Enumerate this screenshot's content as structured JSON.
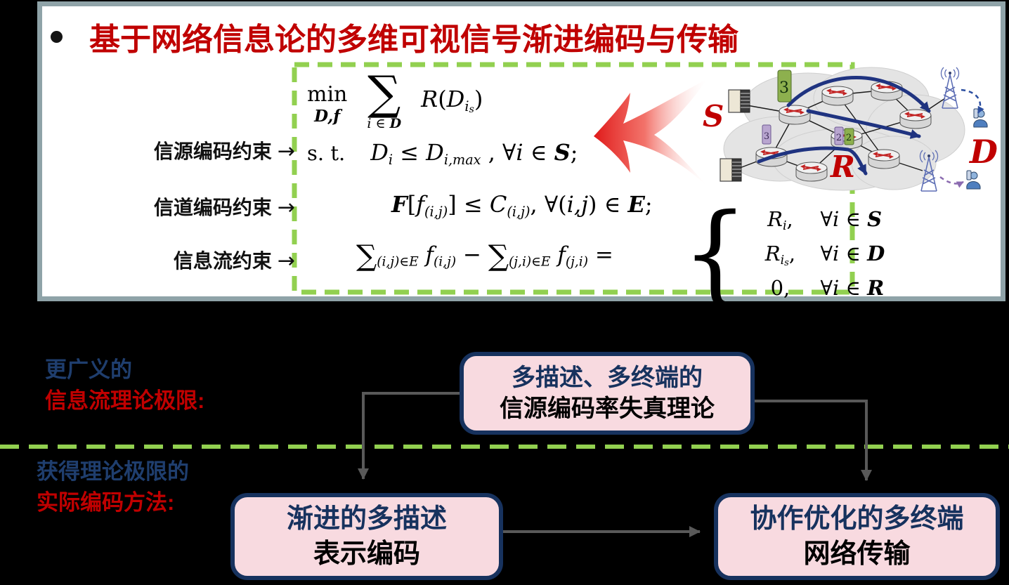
{
  "title": "基于网络信息论的多维可视信号渐进编码与传输",
  "constraint_labels": [
    {
      "text": "信源编码约束",
      "arrow": "→"
    },
    {
      "text": "信道编码约束",
      "arrow": "→"
    },
    {
      "text": "信息流约束",
      "arrow": "→"
    }
  ],
  "formula": {
    "min": "min",
    "min_sub": "D,f",
    "sum": "∑",
    "sum_sub": [
      {
        "t": "i",
        "s": "it"
      },
      {
        "t": " ∈ ",
        "s": "up"
      },
      {
        "t": "D",
        "s": "scr"
      }
    ],
    "objective": [
      {
        "t": "R",
        "s": "it"
      },
      {
        "t": "(",
        "s": "up"
      },
      {
        "t": "D",
        "s": "it"
      },
      {
        "t": "i",
        "s": "sb"
      },
      {
        "t": "s",
        "s": "sbb"
      },
      {
        "t": ")",
        "s": "up"
      }
    ],
    "st": "s. t.",
    "line_source": [
      {
        "t": "D",
        "s": "it"
      },
      {
        "t": "i",
        "s": "sb"
      },
      {
        "t": " ≤ ",
        "s": "up"
      },
      {
        "t": "D",
        "s": "it"
      },
      {
        "t": "i,max",
        "s": "sb"
      },
      {
        "t": " , ",
        "s": "up"
      },
      {
        "t": "∀",
        "s": "up"
      },
      {
        "t": "i",
        "s": "it"
      },
      {
        "t": " ∈ ",
        "s": "up"
      },
      {
        "t": "S",
        "s": "scr"
      },
      {
        "t": ";",
        "s": "up"
      }
    ],
    "line_channel": [
      {
        "t": "F",
        "s": "scr"
      },
      {
        "t": "[",
        "s": "up"
      },
      {
        "t": "f",
        "s": "it"
      },
      {
        "t": "(i,j)",
        "s": "sb"
      },
      {
        "t": "] ≤ ",
        "s": "up"
      },
      {
        "t": "C",
        "s": "it"
      },
      {
        "t": "(i,j)",
        "s": "sb"
      },
      {
        "t": ", ",
        "s": "up"
      },
      {
        "t": "∀(",
        "s": "up"
      },
      {
        "t": "i,j",
        "s": "it"
      },
      {
        "t": ") ∈ ",
        "s": "up"
      },
      {
        "t": "E",
        "s": "scr"
      },
      {
        "t": ";",
        "s": "up"
      }
    ],
    "line_flow": [
      {
        "t": "∑",
        "s": "big"
      },
      {
        "t": "(i,j)∈E",
        "s": "sb"
      },
      {
        "t": " f",
        "s": "it"
      },
      {
        "t": "(i,j)",
        "s": "sb"
      },
      {
        "t": " − ",
        "s": "up"
      },
      {
        "t": "∑",
        "s": "big"
      },
      {
        "t": "(j,i)∈E",
        "s": "sb"
      },
      {
        "t": " f",
        "s": "it"
      },
      {
        "t": "(j,i)",
        "s": "sb"
      },
      {
        "t": " =",
        "s": "up"
      }
    ],
    "brace": "{",
    "cases": [
      {
        "value": [
          {
            "t": "R",
            "s": "it"
          },
          {
            "t": "i",
            "s": "sb"
          },
          {
            "t": ",",
            "s": "up"
          }
        ],
        "cond": [
          {
            "t": "∀",
            "s": "up"
          },
          {
            "t": "i",
            "s": "it"
          },
          {
            "t": " ∈ ",
            "s": "up"
          },
          {
            "t": "S",
            "s": "scr"
          }
        ]
      },
      {
        "value": [
          {
            "t": "R",
            "s": "it"
          },
          {
            "t": "i",
            "s": "sb"
          },
          {
            "t": "s",
            "s": "sbb"
          },
          {
            "t": ",",
            "s": "up"
          }
        ],
        "cond": [
          {
            "t": "∀",
            "s": "up"
          },
          {
            "t": "i",
            "s": "it"
          },
          {
            "t": " ∈ ",
            "s": "up"
          },
          {
            "t": "D",
            "s": "scr"
          }
        ]
      },
      {
        "value": [
          {
            "t": "0,",
            "s": "up"
          }
        ],
        "cond": [
          {
            "t": "∀",
            "s": "up"
          },
          {
            "t": "i",
            "s": "it"
          },
          {
            "t": " ∈ ",
            "s": "up"
          },
          {
            "t": "R",
            "s": "scr"
          }
        ]
      }
    ]
  },
  "diagram": {
    "source_label": "S",
    "relay_label": "R",
    "dest_label": "D",
    "tags": [
      "3",
      "3",
      "2",
      "2"
    ]
  },
  "bottom": {
    "theory_label": {
      "line1": "更广义的",
      "line2": "信息流理论极限:"
    },
    "method_label": {
      "line1": "获得理论极限的",
      "line2": "实际编码方法:"
    },
    "boxes": {
      "theory": {
        "line1": "多描述、多终端的",
        "line2": "信源编码率失真理论"
      },
      "coding": {
        "line1": "渐进的多描述",
        "line2": "表示编码"
      },
      "transmission": {
        "line1": "协作优化的多终端",
        "line2": "网络传输"
      }
    }
  },
  "colors": {
    "title_red": "#C00000",
    "navy": "#17325E",
    "pink": "#F8DAE0",
    "green": "#92D050",
    "connector_gray": "#595959",
    "flow_blue": "#1F3380"
  }
}
